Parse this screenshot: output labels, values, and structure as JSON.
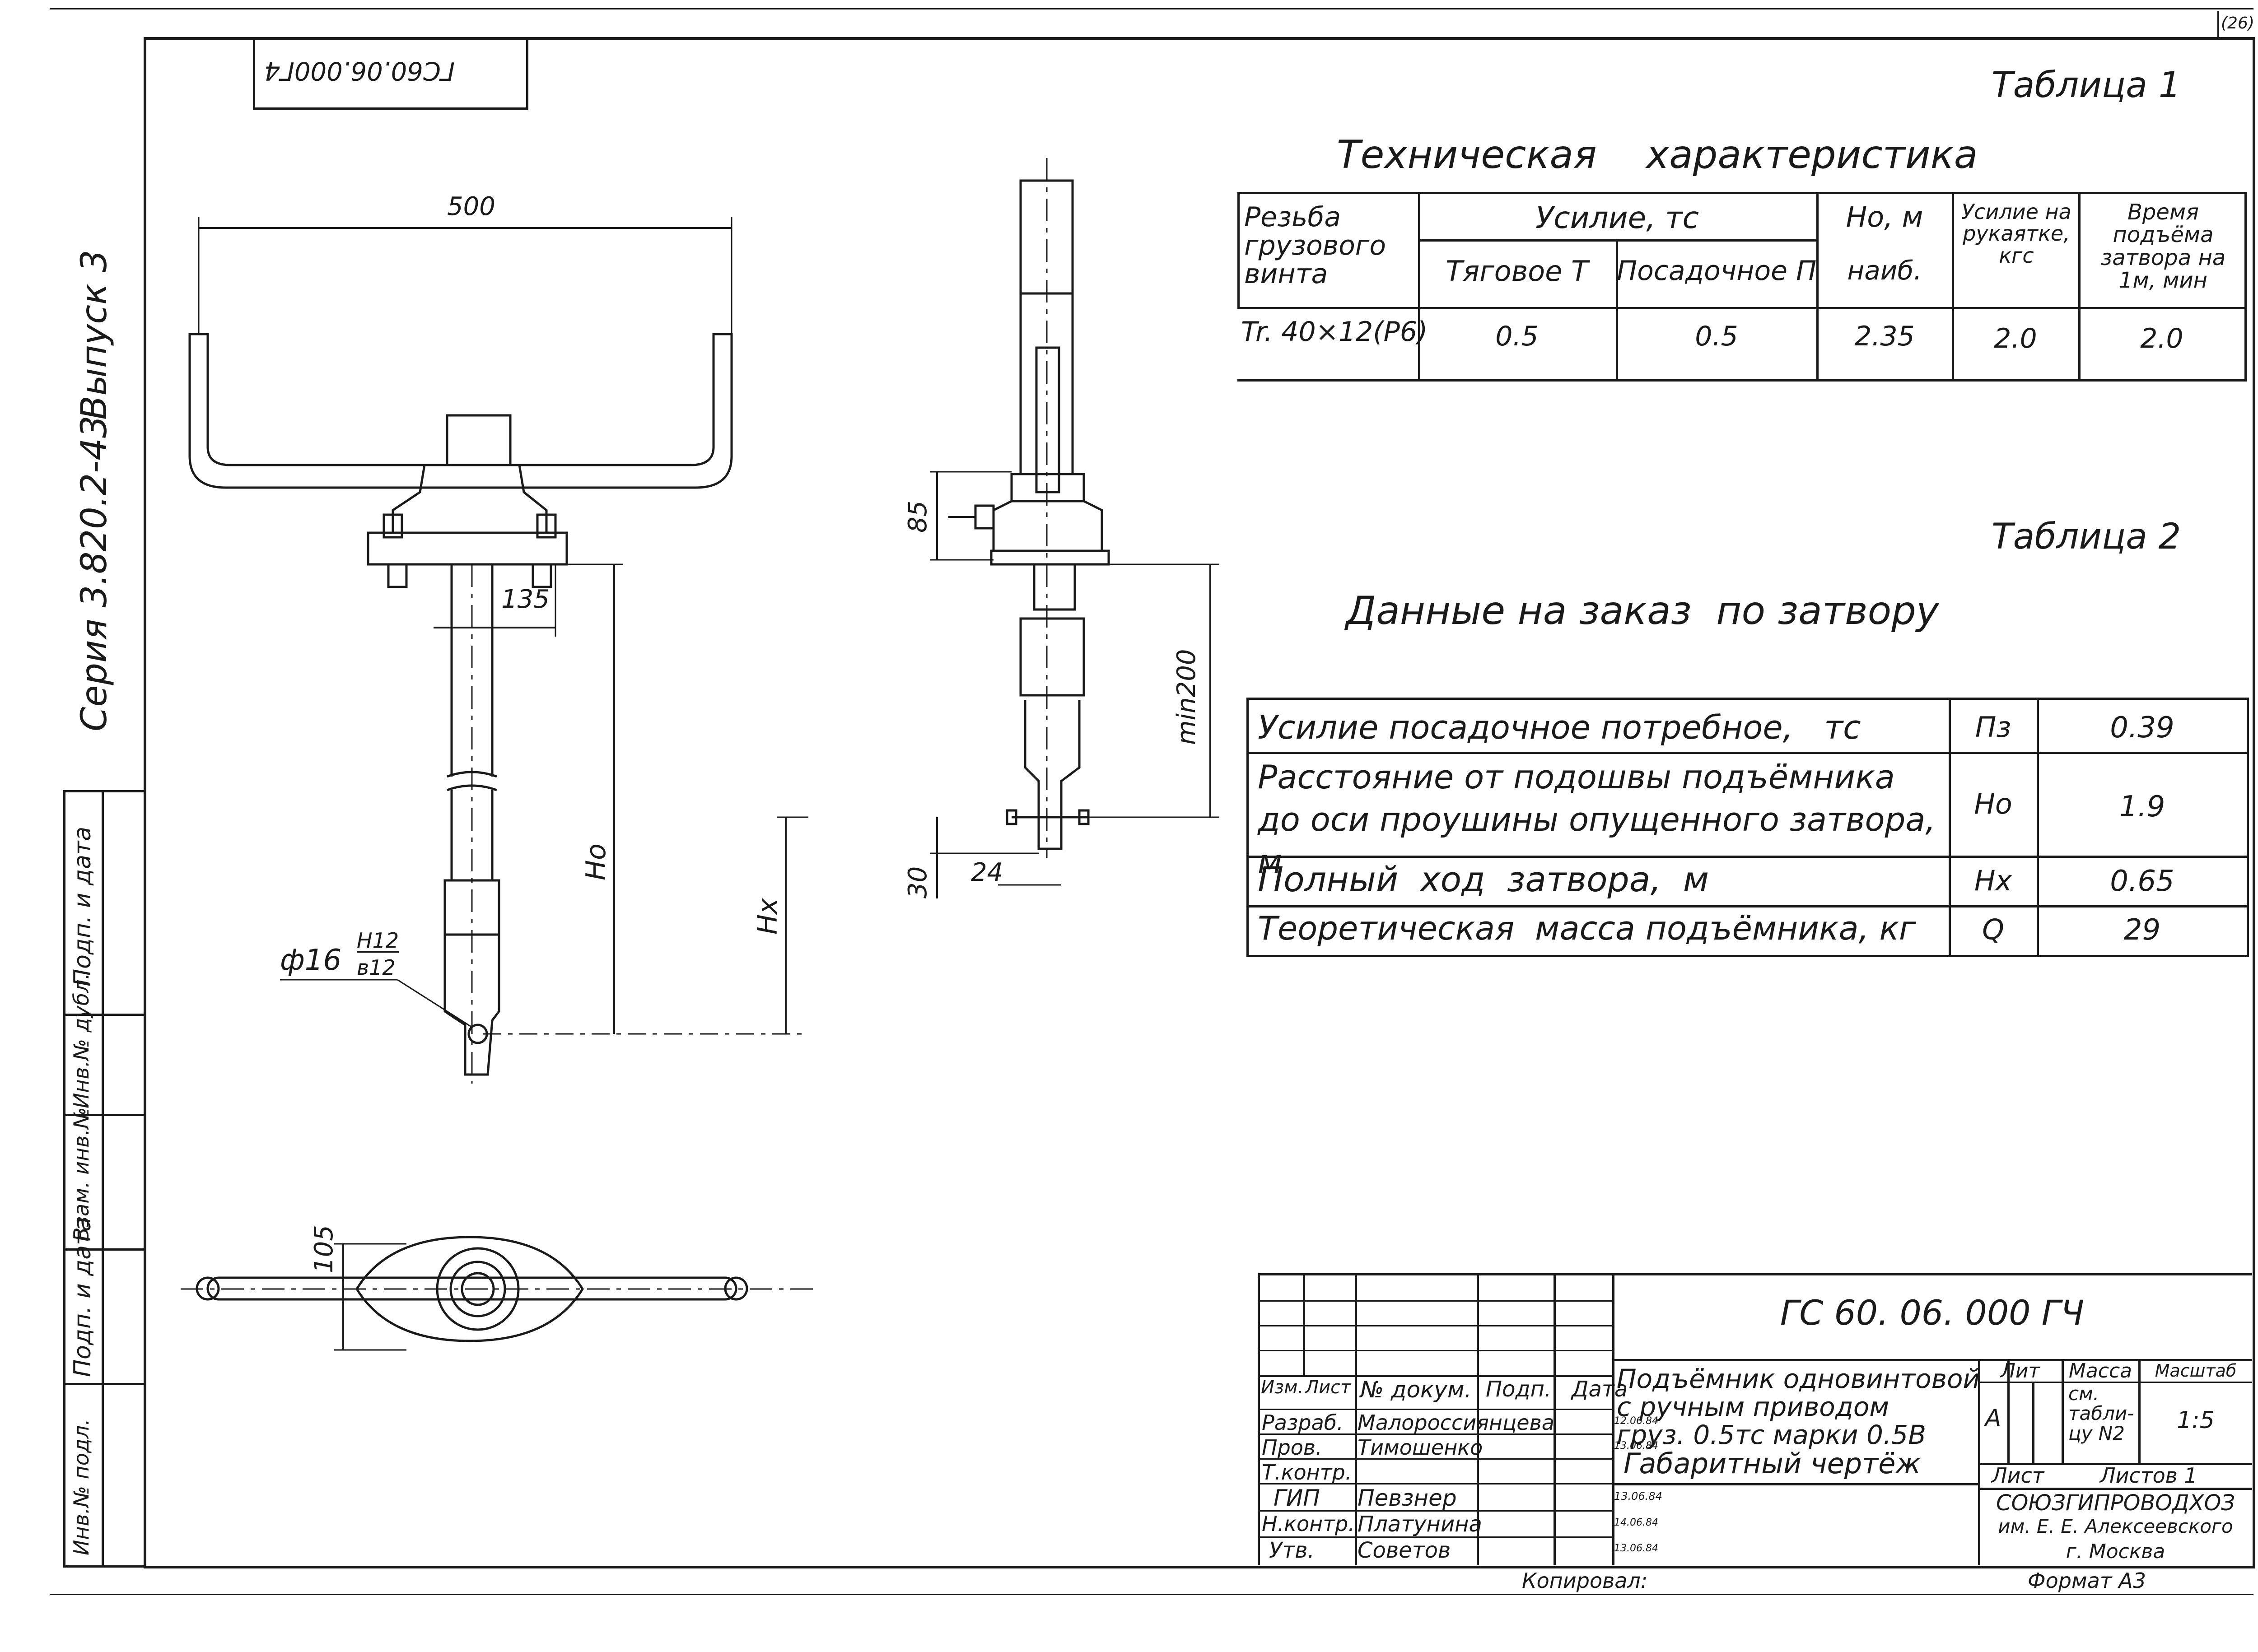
{
  "sheet_no": "(26)",
  "mirrored_code": "ГС60.06.000Г4",
  "side_labels": {
    "issue": "Выпуск 3",
    "series": "Серия 3.820.2-43"
  },
  "stamp_column": [
    "Подп. и дата",
    "Инв.№ дубл.",
    "Взам. инв.№",
    "Подп. и дата",
    "Инв.№ подл."
  ],
  "table1": {
    "label": "Таблица 1",
    "title": "Техническая    характеристика",
    "headers": {
      "thread": "Резьба грузового винта",
      "force": "Усилие, тс",
      "traction": "Тяговое Т",
      "seating": "Посадочное П",
      "ho": "Но, м",
      "ho_sub": "наиб.",
      "handle": "Усилие на рукаятке, кгс",
      "time": "Время подъёма затвора на 1м, мин"
    },
    "row": {
      "thread": "Tr. 40×12(P6)",
      "traction": "0.5",
      "seating": "0.5",
      "ho": "2.35",
      "handle": "2.0",
      "time": "2.0"
    }
  },
  "table2": {
    "label": "Таблица 2",
    "title": "Данные на заказ  по затвору",
    "rows": [
      {
        "name": "Усилие посадочное потребное,   тс",
        "sym": "Пз",
        "val": "0.39"
      },
      {
        "name": "Расстояние от подошвы подъёмника до оси проушины опущенного затвора, м",
        "sym": "Но",
        "val": "1.9"
      },
      {
        "name": "Полный  ход  затвора,  м",
        "sym": "Нх",
        "val": "0.65"
      },
      {
        "name": "Теоретическая  масса подъёмника, кг",
        "sym": "Q",
        "val": "29"
      }
    ]
  },
  "dimensions": {
    "width": "500",
    "d135": "135",
    "ho": "Но",
    "hx": "Нх",
    "fit": "ф16",
    "fit_num": "Н12",
    "fit_den": "в12",
    "d85": "85",
    "min200": "min200",
    "d30": "30",
    "d24": "24",
    "d105": "105"
  },
  "title_block": {
    "doc_code": "ГС 60. 06. 000 ГЧ",
    "name": [
      "Подъёмник одновинтовой",
      "с ручным приводом",
      "груз. 0.5тс марки 0.5В",
      "Габаритный чертёж"
    ],
    "col_heads": [
      "Изм.",
      "Лист",
      "№ докум.",
      "Подп.",
      "Дата"
    ],
    "signers": [
      {
        "role": "Разраб.",
        "name": "Малороссиянцева",
        "date": "12.06.84"
      },
      {
        "role": "Пров.",
        "name": "Тимошенко",
        "date": "13.06.84"
      },
      {
        "role": "Т.контр.",
        "name": "",
        "date": ""
      },
      {
        "role": "ГИП",
        "name": "Певзнер",
        "date": "13.06.84"
      },
      {
        "role": "Н.контр.",
        "name": "Платунина",
        "date": "14.06.84"
      },
      {
        "role": "Утв.",
        "name": "Советов",
        "date": "13.06.84"
      }
    ],
    "lit_head": "Лит",
    "mass_head": "Масса",
    "scale_head": "Масштаб",
    "lit": "А",
    "mass": "см. табли- цу N2",
    "scale": "1:5",
    "sheet_head": "Лист",
    "sheets_head": "Листов 1",
    "org": [
      "СОЮЗГИПРОВОДХОЗ",
      "им. Е. Е. Алексеевского",
      "г. Москва"
    ]
  },
  "copied_label": "Копировал:",
  "format_label": "Формат А3"
}
